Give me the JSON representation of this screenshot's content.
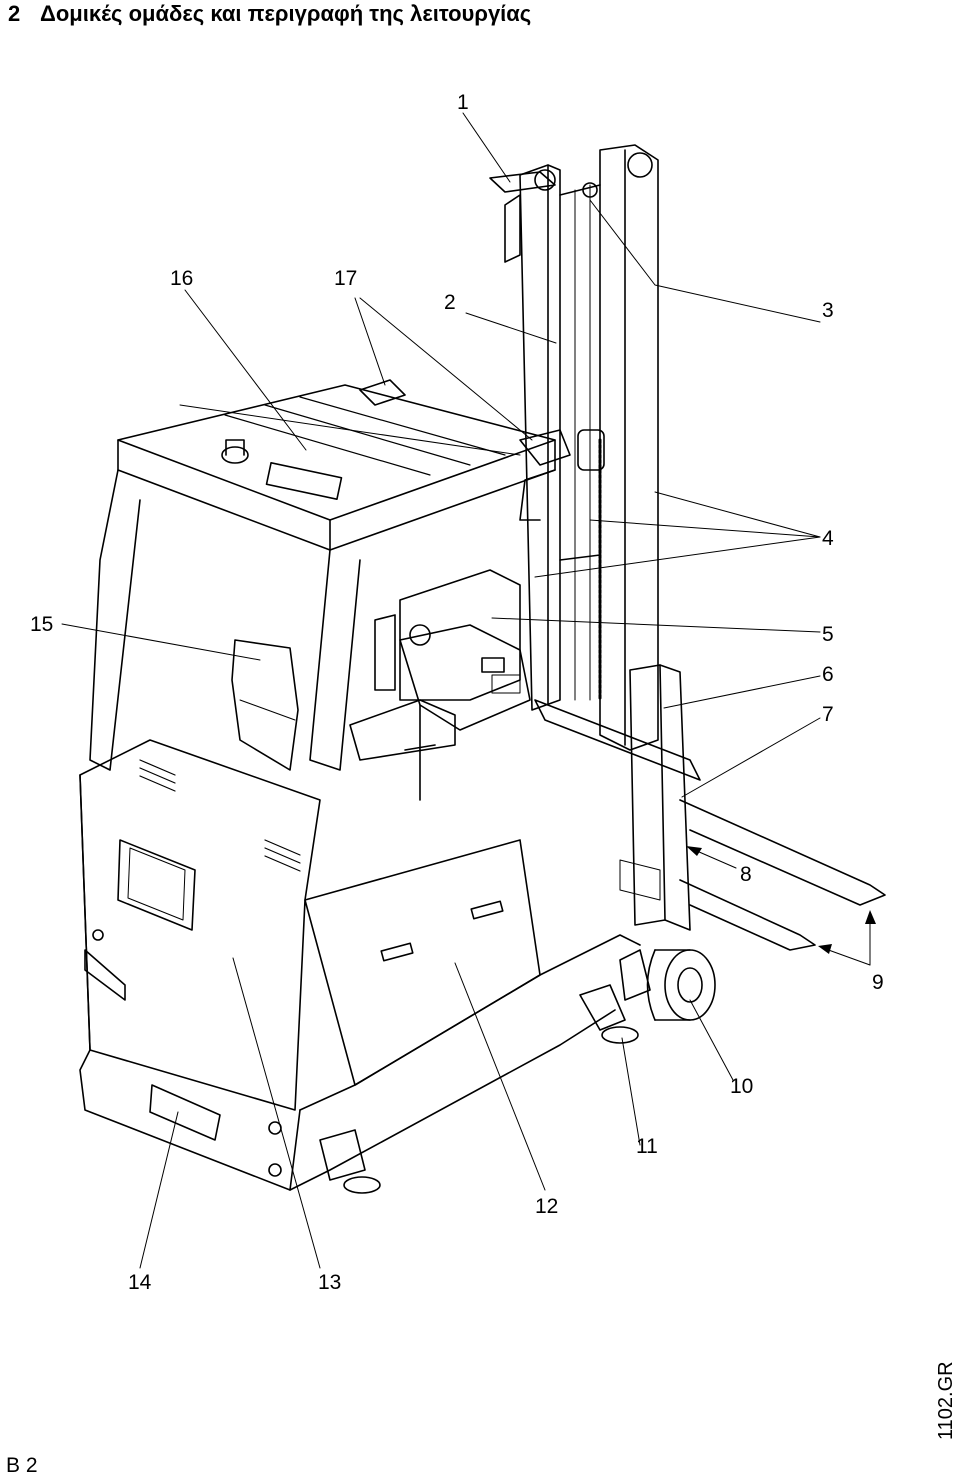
{
  "header": {
    "section_number": "2",
    "title": "Δομικές ομάδες και περιγραφή της λειτουργίας"
  },
  "callouts": [
    "1",
    "2",
    "3",
    "4",
    "5",
    "6",
    "7",
    "8",
    "9",
    "10",
    "11",
    "12",
    "13",
    "14",
    "15",
    "16",
    "17"
  ],
  "footer": {
    "page_label": "B 2",
    "doc_code": "1102.GR"
  }
}
